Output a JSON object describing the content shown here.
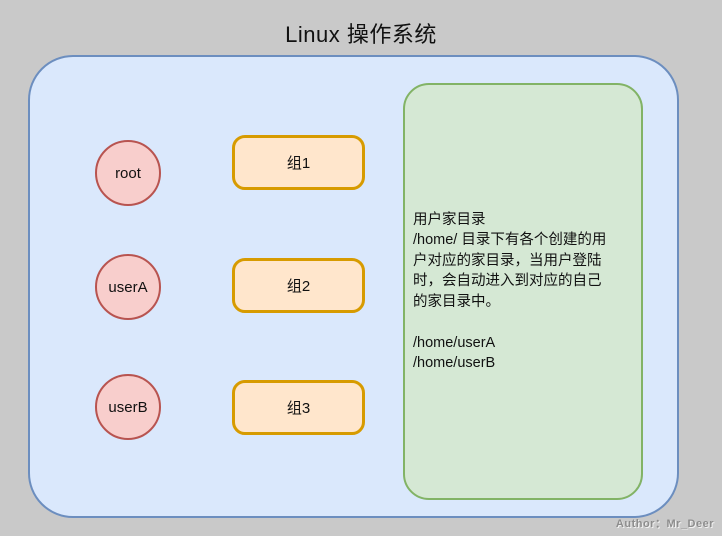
{
  "diagram": {
    "title": "Linux 操作系统",
    "users": [
      {
        "label": "root"
      },
      {
        "label": "userA"
      },
      {
        "label": "userB"
      }
    ],
    "groups": [
      {
        "label": "组1"
      },
      {
        "label": "组2"
      },
      {
        "label": "组3"
      }
    ],
    "note": {
      "text": "用户家目录\n/home/ 目录下有各个创建的用\n户对应的家目录，当用户登陆\n时，会自动进入到对应的自己\n的家目录中。\n\n/home/userA\n/home/userB"
    },
    "author": "Author：Mr_Deer",
    "colors": {
      "canvas_background": "#c9c9c9",
      "container_fill": "#dae8fc",
      "container_stroke": "#6c8ebf",
      "user_fill": "#f8cecc",
      "user_stroke": "#b85450",
      "group_fill": "#ffe6cc",
      "group_stroke": "#d79b00",
      "note_fill": "#d5e8d4",
      "note_stroke": "#82b366"
    }
  }
}
